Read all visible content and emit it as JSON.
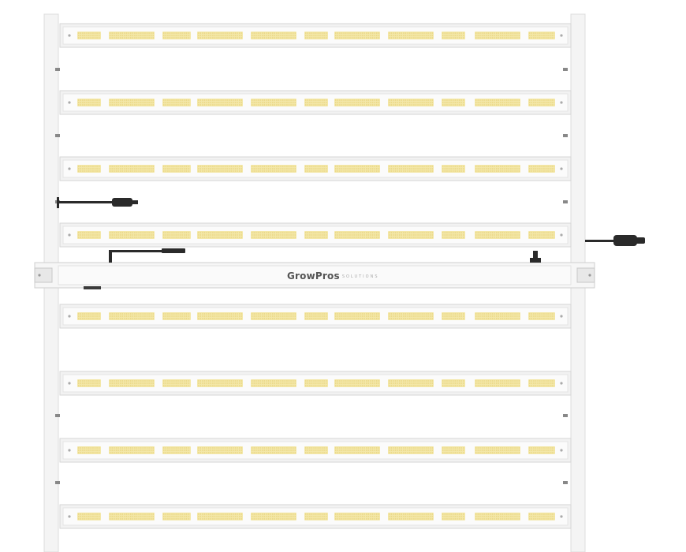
{
  "product": {
    "brand_name": "GrowPros",
    "brand_tagline": "SOLUTIONS",
    "light_bar_count": 8,
    "colors": {
      "frame": "#f2f2f2",
      "frame_edge": "#d6d6d6",
      "led": "#f3e7a8",
      "led_core": "#e8d37a",
      "cable": "#2a2a2a"
    }
  }
}
